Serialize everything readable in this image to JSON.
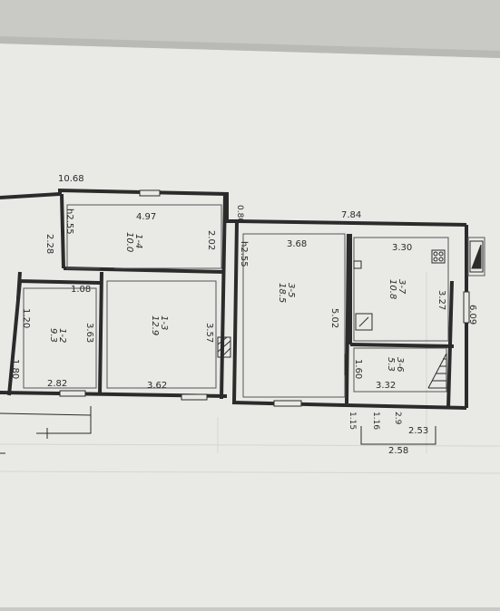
{
  "colors": {
    "paper": "#e9e9e6",
    "desk": "#c9c9c5",
    "wall": "#2b2b2b",
    "grid": "#d5d5d2"
  },
  "labels": {
    "overall_width": "10.68",
    "d_080": "0.80",
    "d_784": "7.84",
    "d_497": "4.97",
    "h_left": "h2.55",
    "room_14_id": "1-4",
    "room_14_area": "10.0",
    "d_228": "2.28",
    "d_202": "2.02",
    "h_mid": "h2.55",
    "d_368": "3.68",
    "room_35_id": "3-5",
    "room_35_area": "18.5",
    "d_502": "5.02",
    "d_330": "3.30",
    "room_37_id": "3-7",
    "room_37_area": "10.8",
    "d_327": "3.27",
    "d_609": "6.09",
    "d_108": "1.08",
    "room_12_id": "1-2",
    "room_12_area": "9.3",
    "d_363": "3.63",
    "d_120": "1.20",
    "room_13_id": "1-3",
    "room_13_area": "12.9",
    "d_357": "3.57",
    "d_180": "1.80",
    "d_282": "2.82",
    "d_362": "3.62",
    "d_160": "1.60",
    "room_36_id": "3-6",
    "room_36_area": "5.3",
    "d_332": "3.32",
    "d_115": "1.15",
    "d_116": "1.16",
    "d_29": "2.9",
    "d_253": "2.53",
    "d_258": "2.58"
  }
}
